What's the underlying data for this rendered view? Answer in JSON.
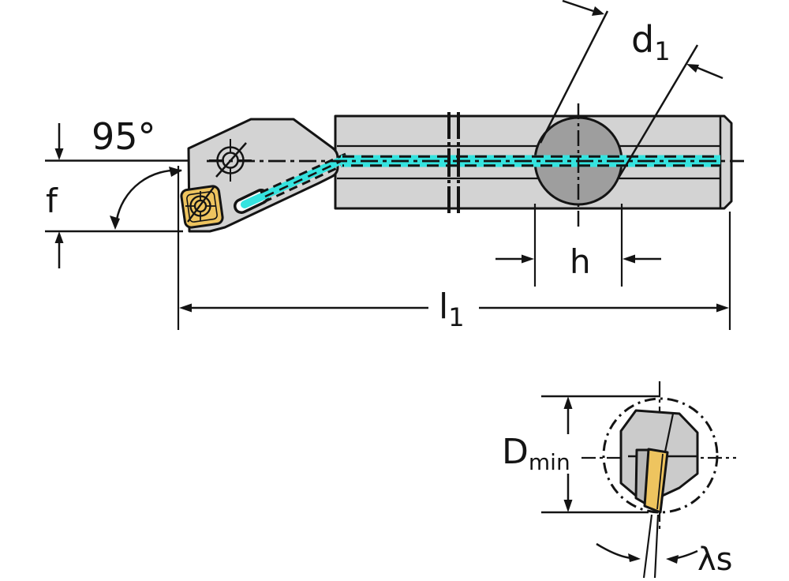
{
  "drawing": {
    "kind": "boring-bar-dimension-drawing",
    "labels": {
      "approach_angle": "95°",
      "f": "f",
      "d1_base": "d",
      "d1_sub": "1",
      "h": "h",
      "l1_base": "l",
      "l1_sub": "1",
      "dmin_base": "D",
      "dmin_sub": "min",
      "lambda_s": "λs"
    },
    "colors": {
      "outline": "#141414",
      "body": "#d3d3d3",
      "section": "#cbcbcb",
      "pocket": "#b7b7b7",
      "clamp_circle": "#9e9e9e",
      "insert": "#eec45f",
      "coolant": "#35e3df"
    }
  }
}
